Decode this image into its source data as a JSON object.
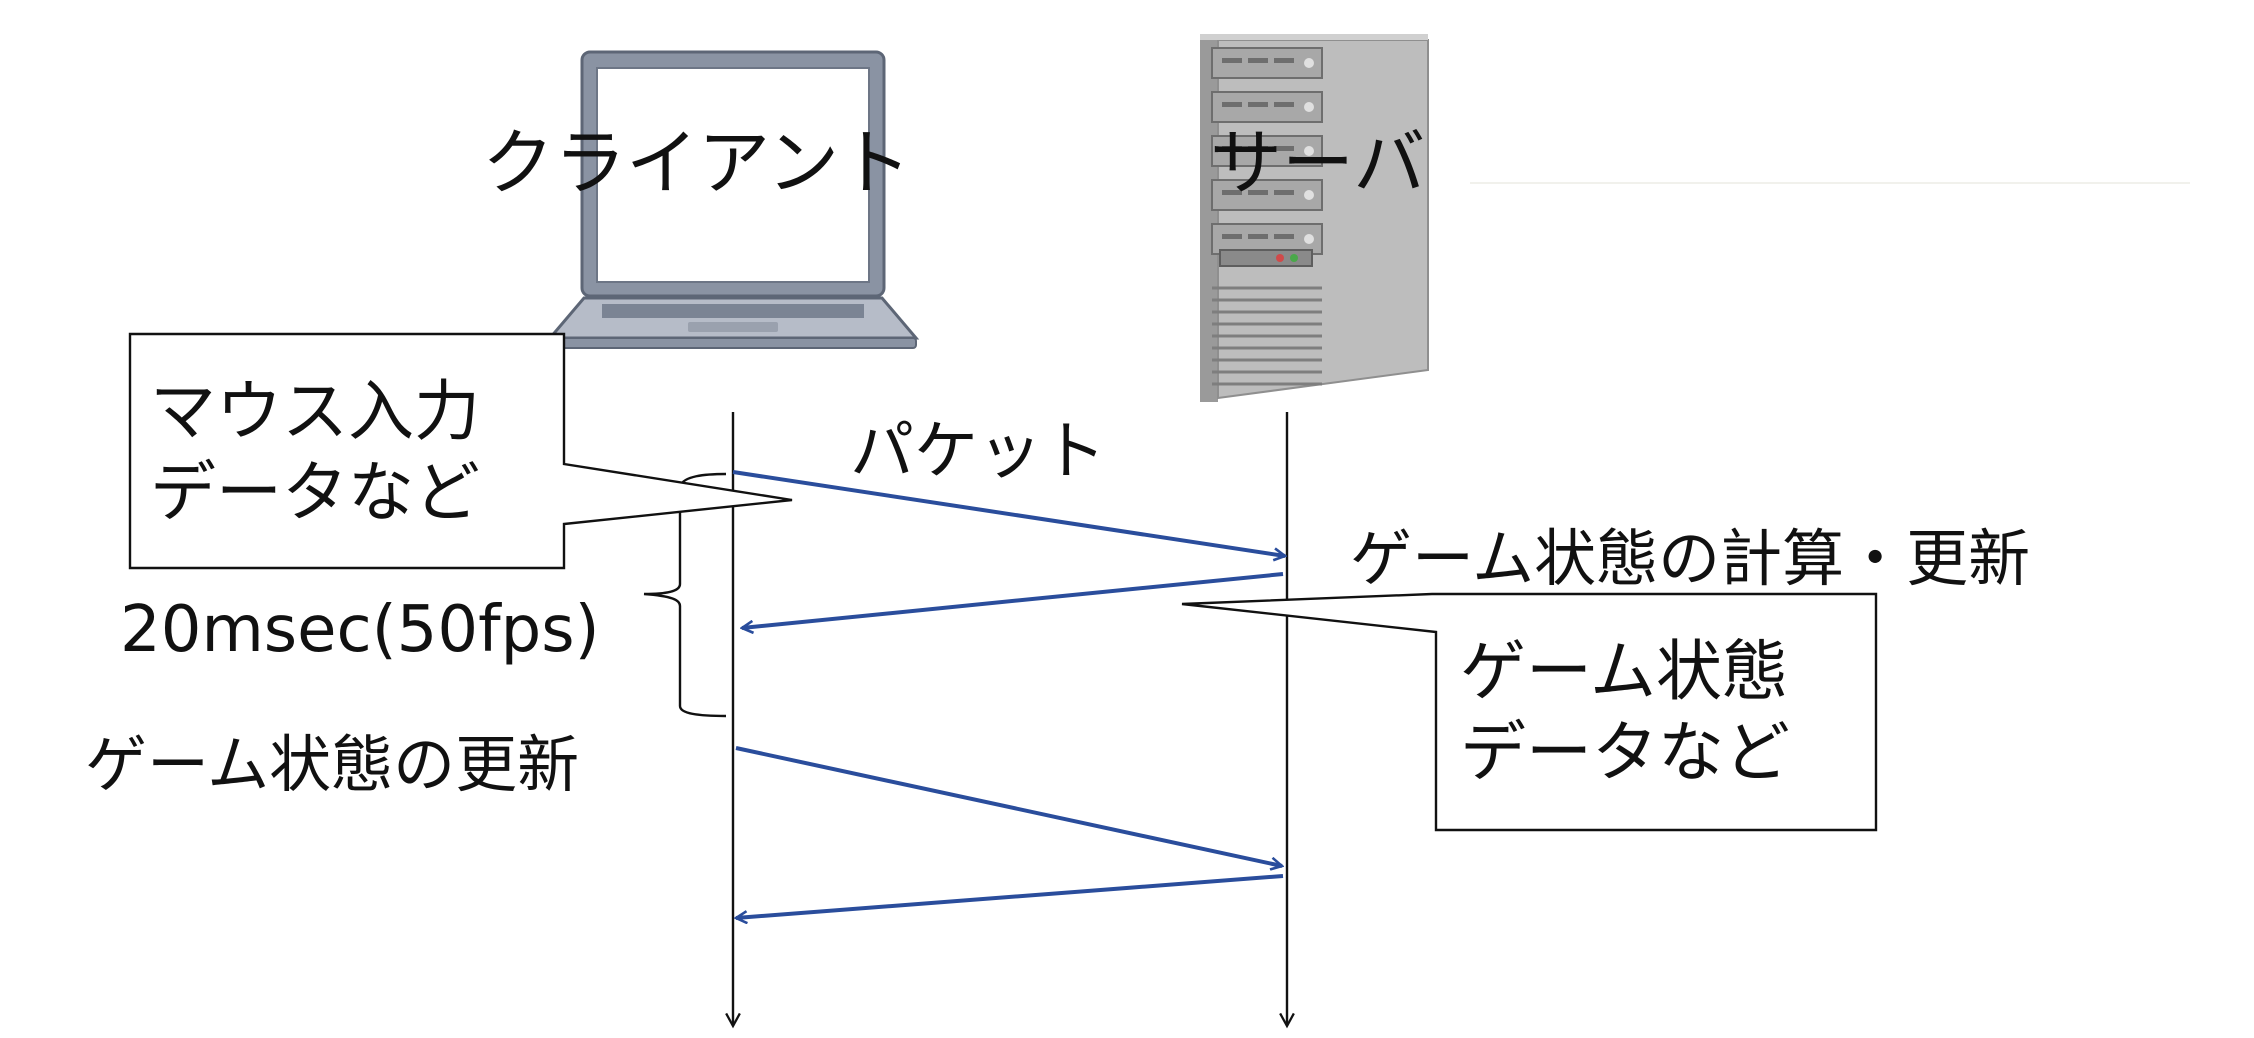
{
  "labels": {
    "client": "クライアント",
    "server": "サーバ",
    "packet": "パケット",
    "server_process": "ゲーム状態の計算・更新",
    "interval": "20msec(50fps)",
    "client_update": "ゲーム状態の更新"
  },
  "callouts": {
    "client_data": {
      "line1": "マウス入力",
      "line2": "データなど"
    },
    "server_data": {
      "line1": "ゲーム状態",
      "line2": "データなど"
    }
  },
  "colors": {
    "arrow": "#2a4d9c",
    "line": "#111111",
    "laptop_body": "#8a93a3",
    "server_body": "#bdbdbd"
  },
  "icons": {
    "client": "laptop-icon",
    "server": "server-tower-icon"
  }
}
